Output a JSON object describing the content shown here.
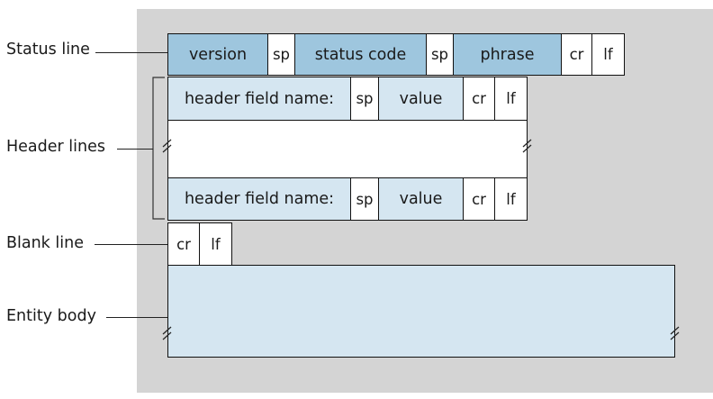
{
  "labels": {
    "status_line": "Status line",
    "header_lines": "Header lines",
    "blank_line": "Blank line",
    "entity_body": "Entity body"
  },
  "status_row": {
    "version": "version",
    "sp1": "sp",
    "status_code": "status code",
    "sp2": "sp",
    "phrase": "phrase",
    "cr": "cr",
    "lf": "lf"
  },
  "header_row_1": {
    "field_name": "header field name:",
    "sp": "sp",
    "value": "value",
    "cr": "cr",
    "lf": "lf"
  },
  "header_row_2": {
    "field_name": "header field name:",
    "sp": "sp",
    "value": "value",
    "cr": "cr",
    "lf": "lf"
  },
  "blank_row": {
    "cr": "cr",
    "lf": "lf"
  },
  "colors": {
    "panel_background": "#d4d4d4",
    "dark_blue_cell": "#9ec6de",
    "light_blue_cell": "#d5e6f1"
  }
}
